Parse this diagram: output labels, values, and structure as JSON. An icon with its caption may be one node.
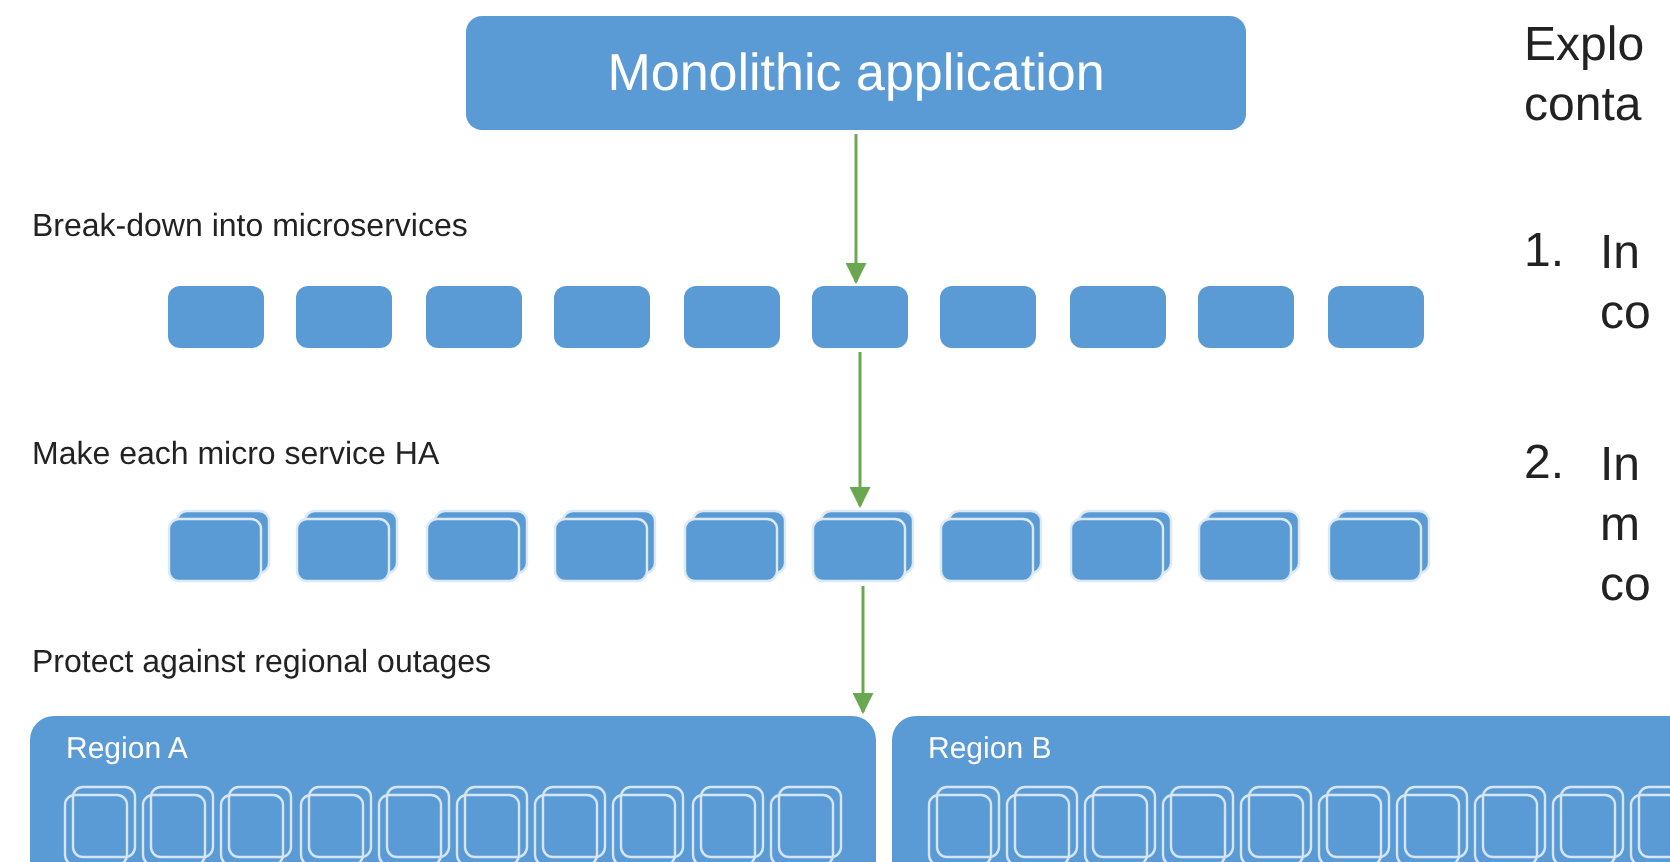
{
  "diagram": {
    "nodes": [
      {
        "text": [
          "Monolithic application"
        ]
      },
      {
        "text": [],
        "shape": "box"
      },
      {
        "text": [],
        "shape": "box"
      },
      {
        "text": [],
        "shape": "box"
      },
      {
        "text": [],
        "shape": "box"
      },
      {
        "text": [],
        "shape": "box"
      },
      {
        "text": [],
        "shape": "box"
      },
      {
        "text": [],
        "shape": "box"
      },
      {
        "text": [],
        "shape": "box"
      },
      {
        "text": [],
        "shape": "box"
      },
      {
        "text": [],
        "shape": "box"
      },
      {
        "text": [],
        "shape": "box"
      },
      {
        "text": [],
        "shape": "box"
      },
      {
        "text": [],
        "shape": "box"
      },
      {
        "text": [],
        "shape": "box"
      },
      {
        "text": [],
        "shape": "box"
      },
      {
        "text": [],
        "shape": "box"
      },
      {
        "text": [],
        "shape": "box"
      },
      {
        "text": [],
        "shape": "box"
      },
      {
        "text": [],
        "shape": "box"
      },
      {
        "text": [],
        "shape": "box"
      },
      {
        "text": [
          "Region A"
        ]
      },
      {
        "text": [],
        "shape": "box",
        "in": 21
      },
      {
        "text": [],
        "shape": "box",
        "in": 21
      },
      {
        "text": [],
        "shape": "box",
        "in": 21
      },
      {
        "text": [],
        "shape": "box",
        "in": 21
      },
      {
        "text": [],
        "shape": "box",
        "in": 21
      },
      {
        "text": [],
        "shape": "box",
        "in": 21
      },
      {
        "text": [],
        "shape": "box",
        "in": 21
      },
      {
        "text": [],
        "shape": "box",
        "in": 21
      },
      {
        "text": [],
        "shape": "box",
        "in": 21
      },
      {
        "text": [],
        "shape": "box",
        "in": 21
      },
      {
        "text": [
          "Region B"
        ]
      },
      {
        "text": [],
        "shape": "box",
        "in": 32
      },
      {
        "text": [],
        "shape": "box",
        "in": 32
      },
      {
        "text": [],
        "shape": "box",
        "in": 32
      },
      {
        "text": [],
        "shape": "box",
        "in": 32
      },
      {
        "text": [],
        "shape": "box",
        "in": 32
      },
      {
        "text": [],
        "shape": "box",
        "in": 32
      },
      {
        "text": [],
        "shape": "box",
        "in": 32
      },
      {
        "text": [],
        "shape": "box",
        "in": 32
      },
      {
        "text": [],
        "shape": "box",
        "in": 32
      },
      {
        "text": [],
        "shape": "box",
        "in": 32
      }
    ],
    "edges": [
      {
        "from": 0,
        "to": 6,
        "arrow": "to"
      },
      {
        "from": 6,
        "to": 16,
        "arrow": "to"
      },
      {
        "from": 16,
        "to": 21,
        "arrow": "to"
      }
    ],
    "labels": [
      "Explo conta",
      "Break-down into microservices",
      "1.",
      "In co",
      "Make each micro service HA",
      "2.",
      "In m co",
      "Protect against regional outages"
    ]
  }
}
